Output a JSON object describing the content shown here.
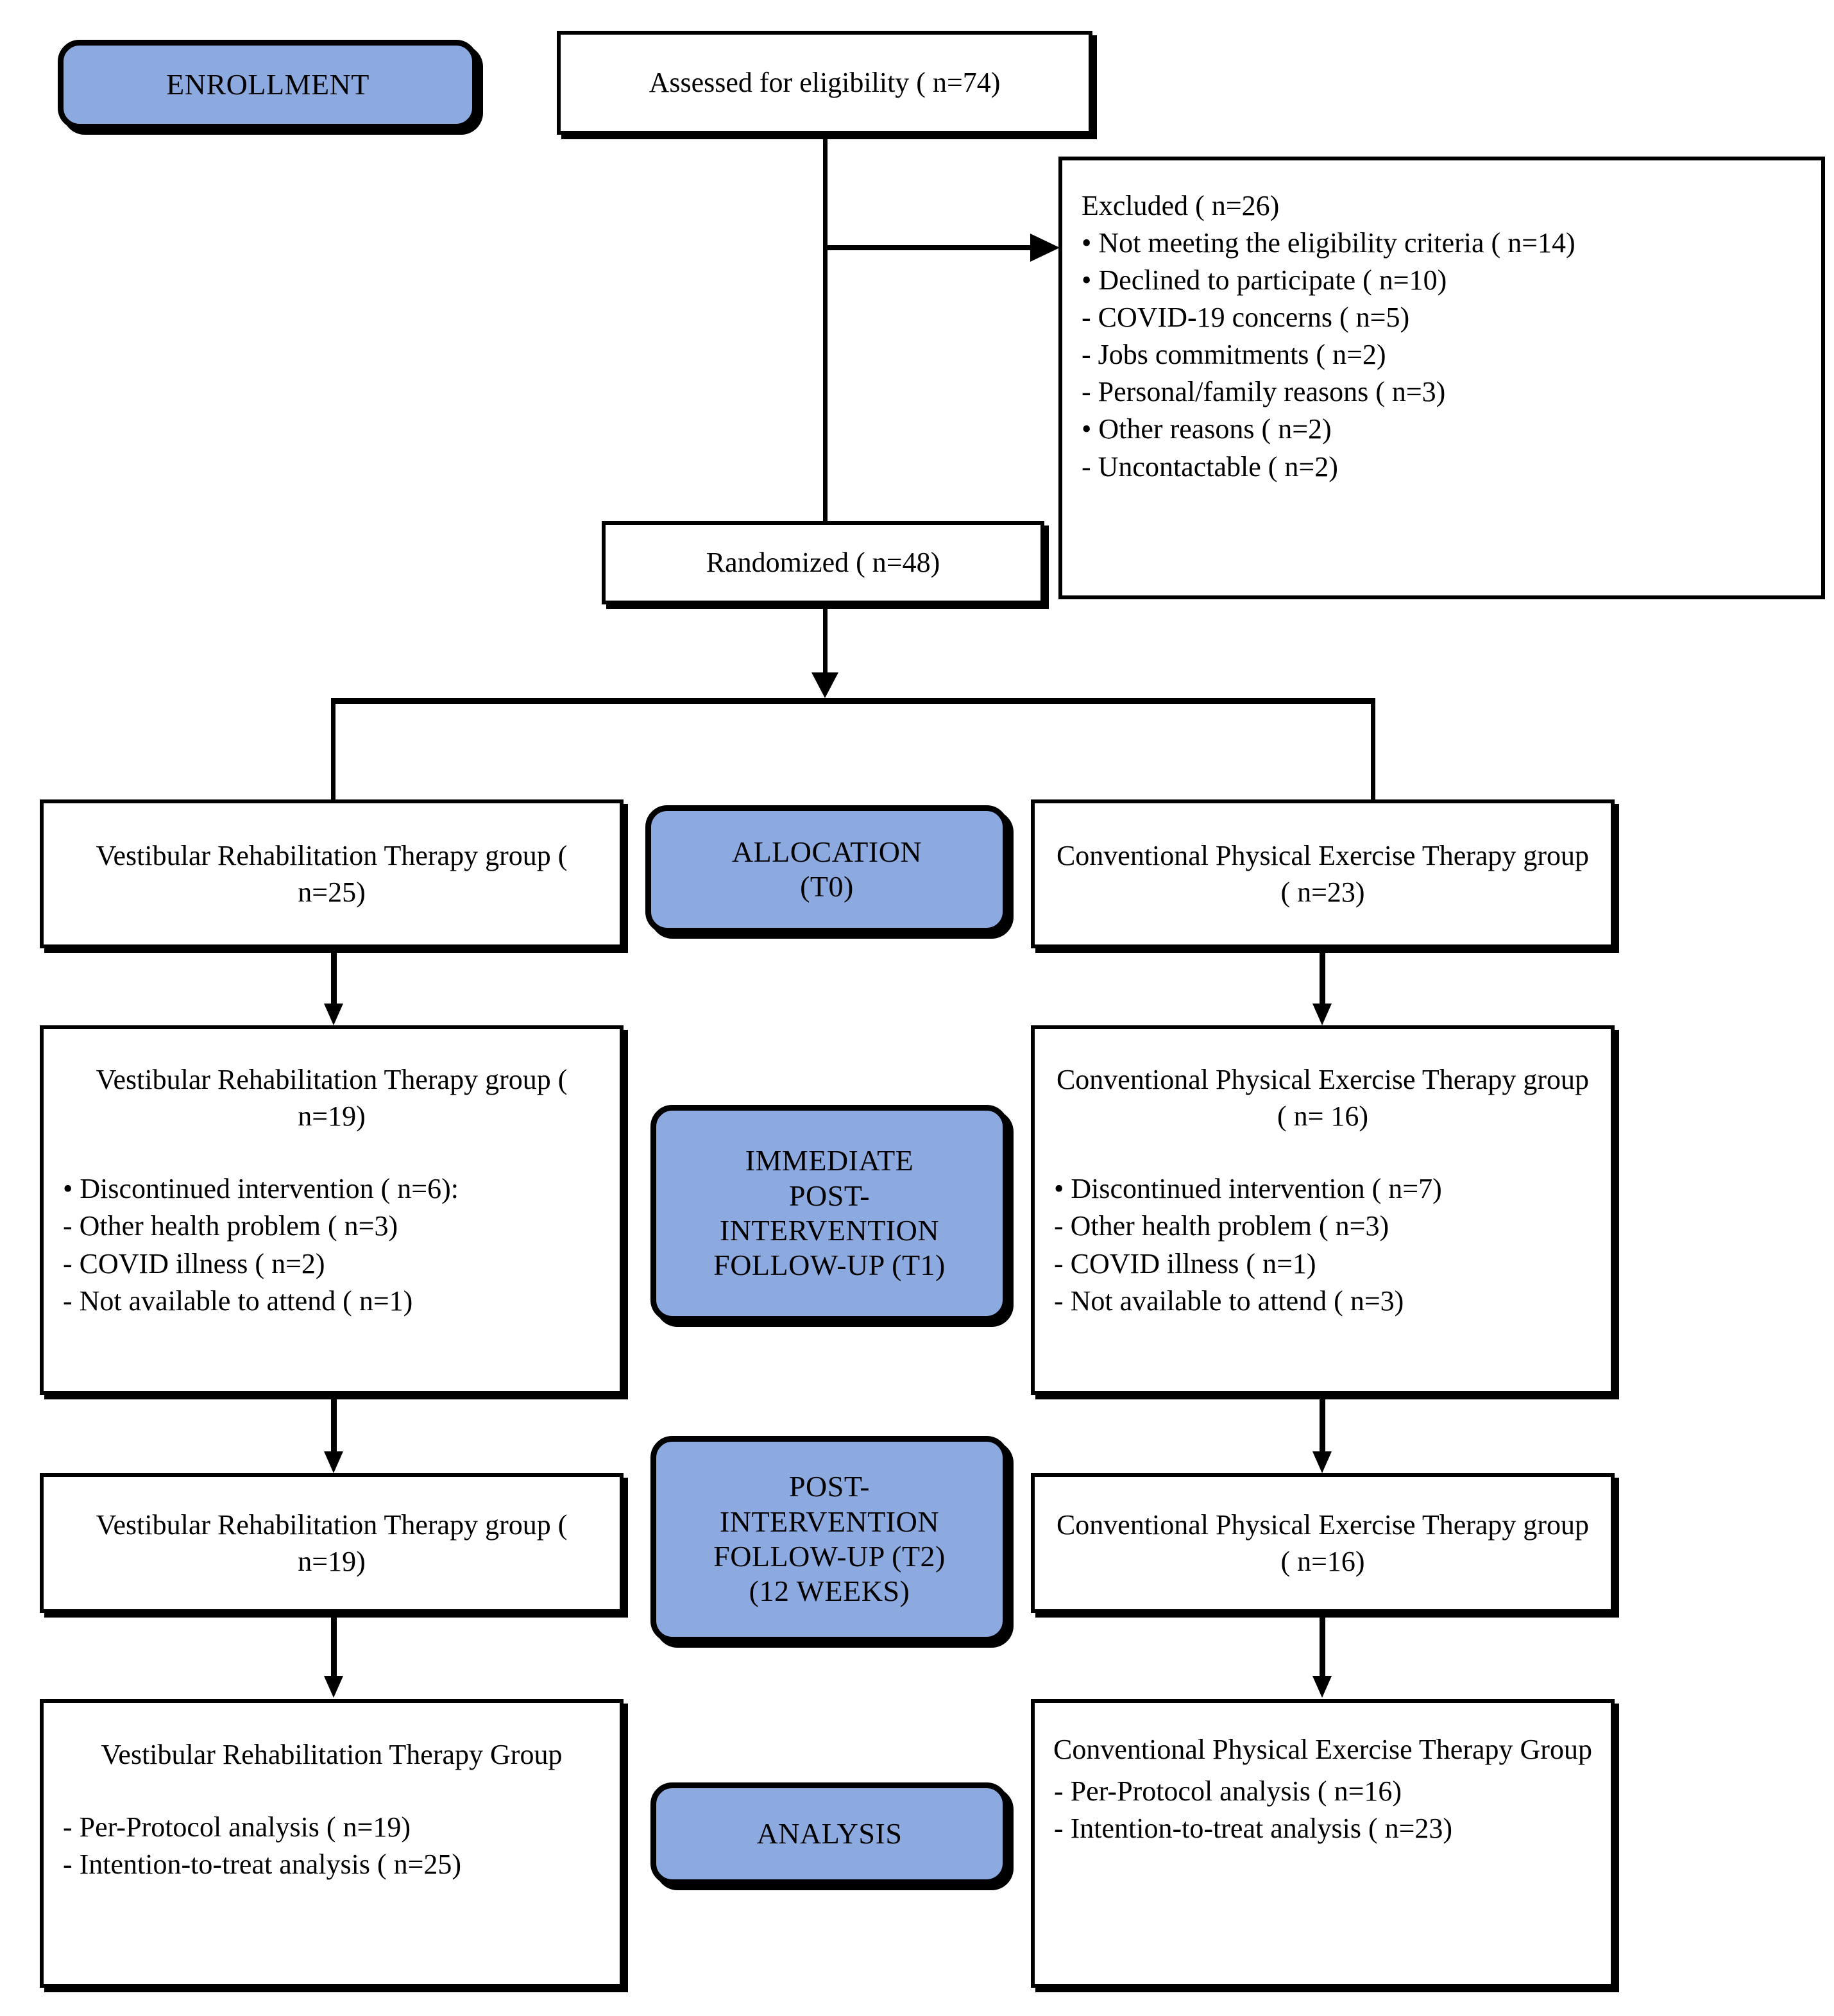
{
  "diagram": {
    "title": "CONSORT participant flow diagram",
    "accent_blue": "#8CAAE0",
    "line_color": "#000000",
    "background": "#ffffff"
  },
  "stages": {
    "enrollment": "ENROLLMENT",
    "allocation_line1": "ALLOCATION",
    "allocation_line2": "(T0)",
    "t1_line1": "IMMEDIATE",
    "t1_line2": "POST-",
    "t1_line3": "INTERVENTION",
    "t1_line4": "FOLLOW-UP (T1)",
    "t2_line1": "POST-",
    "t2_line2": "INTERVENTION",
    "t2_line3": "FOLLOW-UP (T2)",
    "t2_line4": "(12 WEEKS)",
    "analysis": "ANALYSIS"
  },
  "enrollment": {
    "assessed": "Assessed for eligibility ( n=74)",
    "randomized": "Randomized ( n=48)",
    "excluded": {
      "header": "Excluded ( n=26)",
      "items": [
        "• Not meeting the eligibility criteria ( n=14)",
        "• Declined to participate ( n=10)",
        "- COVID-19 concerns ( n=5)",
        "- Jobs commitments ( n=2)",
        "- Personal/family reasons ( n=3)",
        "• Other reasons ( n=2)",
        "- Uncontactable ( n=2)"
      ]
    }
  },
  "allocation": {
    "left": {
      "line1": "Vestibular Rehabilitation Therapy",
      "line2": "group ( n=25)"
    },
    "right": {
      "line1": "Conventional Physical Exercise",
      "line2": "Therapy group ( n=23)"
    }
  },
  "t1": {
    "left": {
      "line1": "Vestibular Rehabilitation Therapy",
      "line2": "group ( n=19)",
      "items": [
        "• Discontinued intervention ( n=6):",
        "- Other health problem ( n=3)",
        "- COVID illness ( n=2)",
        "- Not available to attend ( n=1)"
      ]
    },
    "right": {
      "line1": "Conventional Physical Exercise",
      "line2": "Therapy group ( n= 16)",
      "items": [
        "• Discontinued intervention ( n=7)",
        "- Other health problem ( n=3)",
        "- COVID illness ( n=1)",
        "- Not available to attend ( n=3)"
      ]
    }
  },
  "t2": {
    "left": {
      "line1": "Vestibular Rehabilitation Therapy",
      "line2": "group ( n=19)"
    },
    "right": {
      "line1": "Conventional Physical Exercise",
      "line2": "Therapy group ( n=16)"
    }
  },
  "analysis": {
    "left": {
      "line1": "Vestibular Rehabilitation Therapy",
      "line2": "Group",
      "items": [
        "- Per-Protocol analysis ( n=19)",
        "- Intention-to-treat analysis ( n=25)"
      ]
    },
    "right": {
      "line1": "Conventional Physical Exercise",
      "line2": "Therapy Group",
      "items": [
        "- Per-Protocol analysis ( n=16)",
        "- Intention-to-treat analysis ( n=23)"
      ]
    }
  }
}
